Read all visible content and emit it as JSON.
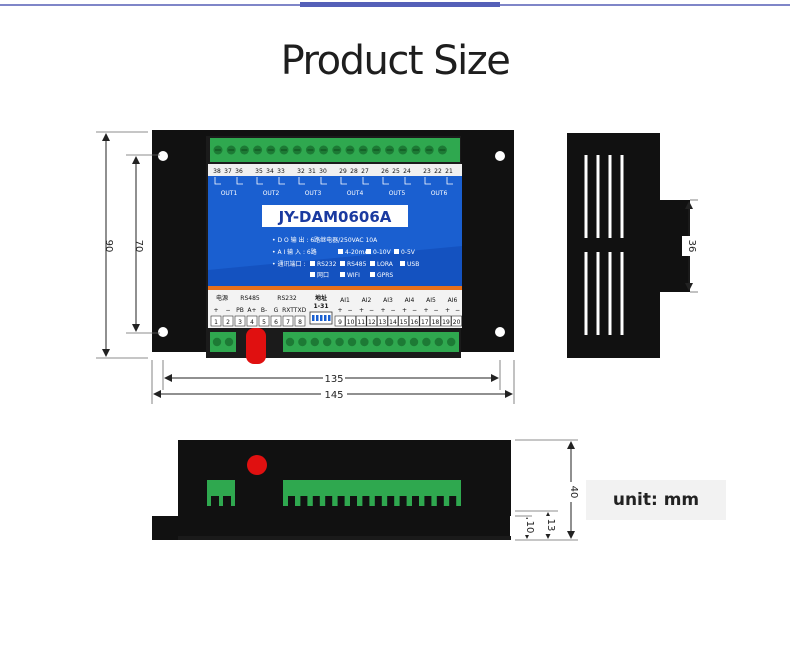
{
  "header": {
    "title": "Product Size"
  },
  "unit": {
    "label": "unit: mm"
  },
  "dimensions": {
    "height_outer": "90",
    "height_inner": "70",
    "width_inner": "135",
    "width_outer": "145",
    "depth_side": "36",
    "side_height": "40",
    "foot_13": "13",
    "foot_10": "10"
  },
  "device": {
    "model": "JY-DAM0606A",
    "relay_pins": [
      [
        "38",
        "37",
        "36"
      ],
      [
        "35",
        "34",
        "33"
      ],
      [
        "32",
        "31",
        "30"
      ],
      [
        "29",
        "28",
        "27"
      ],
      [
        "26",
        "25",
        "24"
      ],
      [
        "23",
        "22",
        "21"
      ]
    ],
    "outputs": [
      "OUT1",
      "OUT2",
      "OUT3",
      "OUT4",
      "OUT5",
      "OUT6"
    ],
    "spec_do": "• D O 输 出 : 6路继电器/250VAC 10A",
    "spec_ai_prefix": "• A I  输  入 : 6路",
    "spec_ai_opts": [
      "4-20mA",
      "0-10V",
      "0-5V"
    ],
    "spec_comm_prefix": "• 通讯端口 :",
    "spec_comm_opts_1": [
      "RS232",
      "RS485",
      "LORA",
      "USB"
    ],
    "spec_comm_opts_2": [
      "网口",
      "WIFI",
      "GPRS"
    ],
    "power_label": "电源",
    "rs485_label": "RS485",
    "rs232_label": "RS232",
    "addr_label": "地址",
    "addr_range": "1-31",
    "left_pin_names": [
      "+",
      "−",
      "PB",
      "A+",
      "B-",
      "G",
      "RXT",
      "TXD"
    ],
    "left_pin_nums": [
      "1",
      "2",
      "3",
      "4",
      "5",
      "6",
      "7",
      "8"
    ],
    "ai_labels": [
      "AI1",
      "AI2",
      "AI3",
      "AI4",
      "AI5",
      "AI6"
    ],
    "ai_pin_nums": [
      "9",
      "10",
      "11",
      "12",
      "13",
      "14",
      "15",
      "16",
      "17",
      "18",
      "19",
      "20"
    ],
    "ai_signs": [
      "+",
      "−"
    ]
  },
  "colors": {
    "green": "#2fa84f",
    "blue": "#1a5fd0",
    "red": "#e01010",
    "body": "#111111"
  }
}
